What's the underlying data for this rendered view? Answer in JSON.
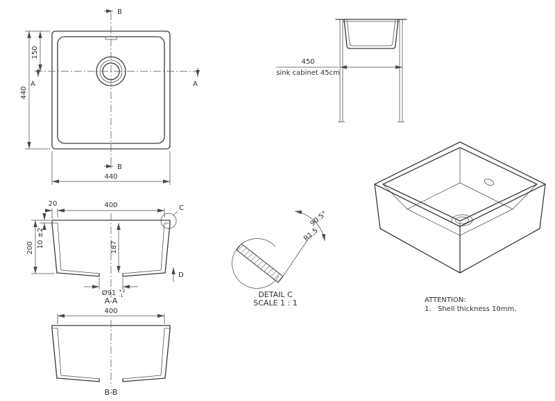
{
  "drawing": {
    "plan": {
      "dim_height": "440",
      "dim_drain_from_top": "150",
      "dim_width": "440",
      "section_label_a": "A",
      "section_label_b": "B"
    },
    "cabinet": {
      "dim_width": "450",
      "note": "sink cabinet 45cm"
    },
    "section_aa": {
      "caption": "A-A",
      "dim_flange": "20",
      "dim_inner_width": "400",
      "dim_depth": "200",
      "dim_thickness": "10 ±2",
      "dim_inner_depth": "187",
      "dim_drain": "Ø91",
      "drain_tol_plus": "+2",
      "drain_tol_minus": "-1",
      "detail_label": "C",
      "direction_label": "D"
    },
    "section_bb": {
      "caption": "B-B",
      "dim_inner_width": "400"
    },
    "detail_c": {
      "radius": "R1,5",
      "angle": "90.5°",
      "caption_line1": "DETAIL C",
      "caption_line2": "SCALE 1 : 1"
    },
    "attention": {
      "title": "ATTENTION:",
      "item_number": "1.",
      "item_text": "Shell thickness 10mm."
    }
  },
  "colors": {
    "line": "#3a3a3a",
    "dim": "#4a4a4a",
    "background": "#ffffff"
  }
}
